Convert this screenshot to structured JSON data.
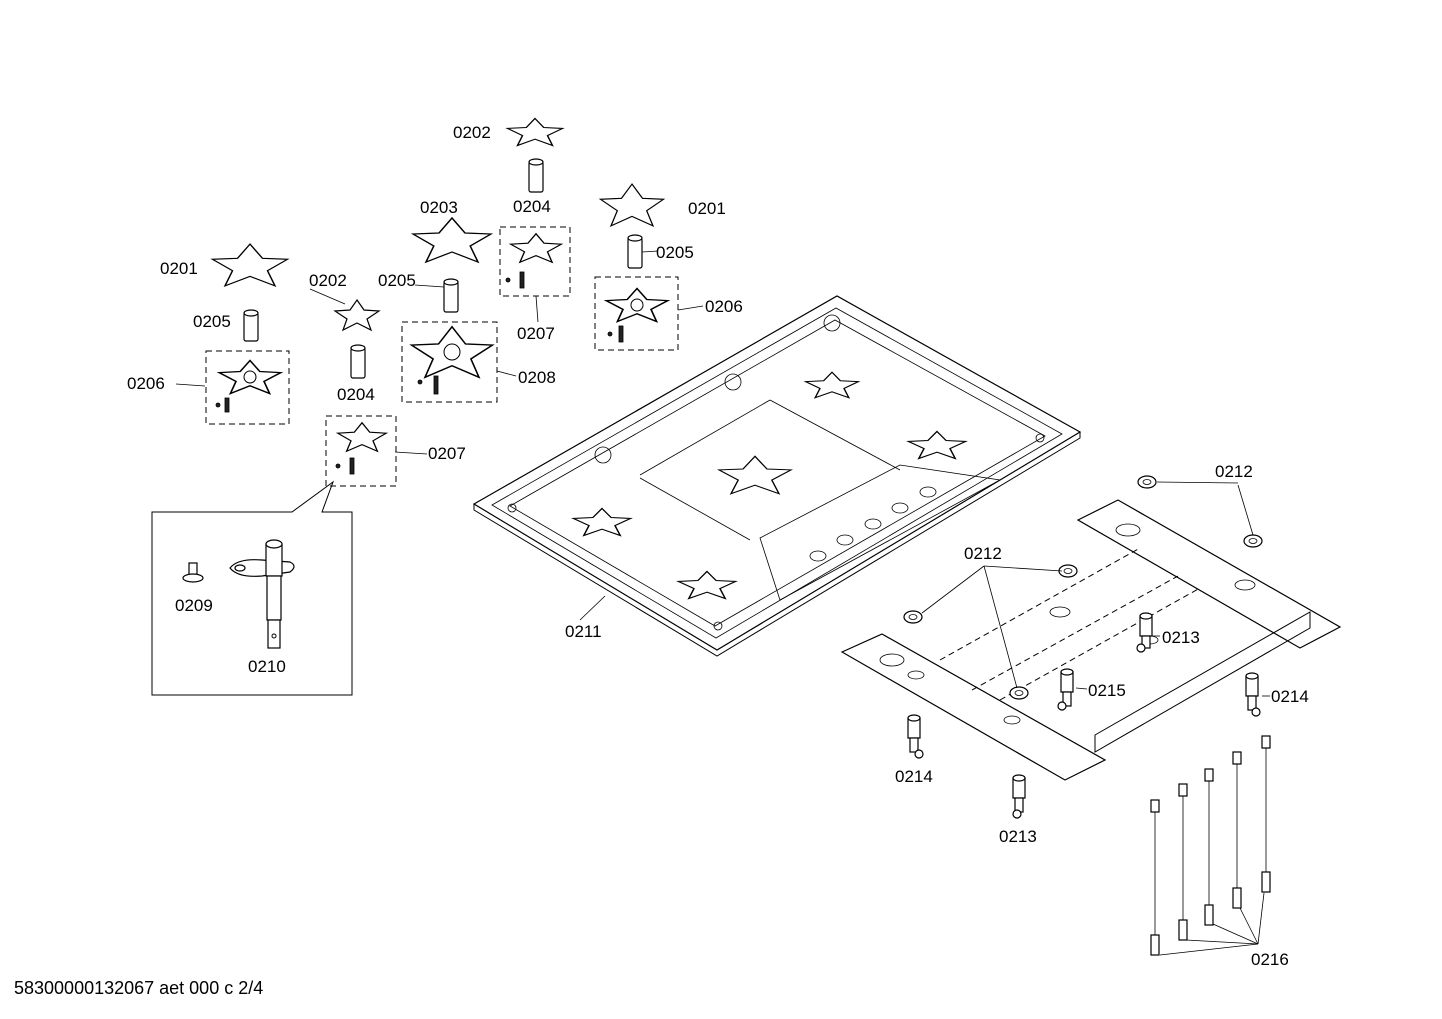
{
  "footer": {
    "drawing_id": "58300000132067 aet 000 c 2/4"
  },
  "callouts": {
    "c0201a": "0201",
    "c0201b": "0201",
    "c0202a": "0202",
    "c0202b": "0202",
    "c0203": "0203",
    "c0204a": "0204",
    "c0204b": "0204",
    "c0205a": "0205",
    "c0205b": "0205",
    "c0205c": "0205",
    "c0206a": "0206",
    "c0206b": "0206",
    "c0207a": "0207",
    "c0207b": "0207",
    "c0208": "0208",
    "c0209": "0209",
    "c0210": "0210",
    "c0211": "0211",
    "c0212a": "0212",
    "c0212b": "0212",
    "c0213a": "0213",
    "c0213b": "0213",
    "c0214a": "0214",
    "c0214b": "0214",
    "c0215": "0215",
    "c0216": "0216"
  }
}
